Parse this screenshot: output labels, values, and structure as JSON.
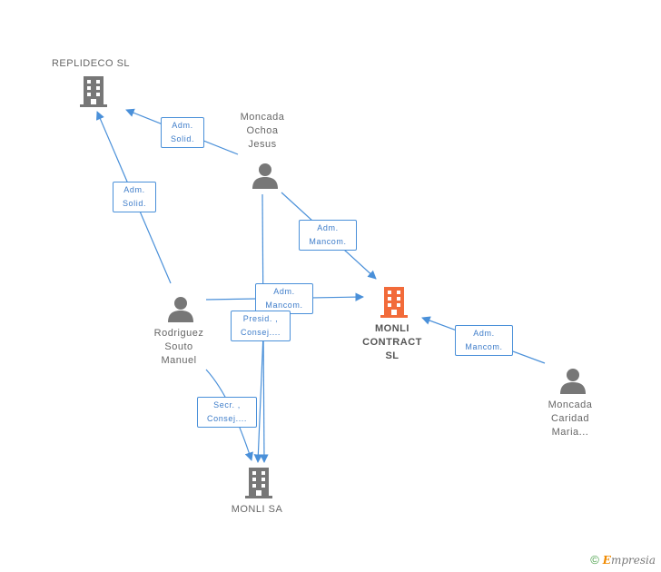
{
  "colors": {
    "edge": "#4a90d9",
    "person_icon": "#777777",
    "company_icon": "#777777",
    "focus_company_icon": "#f26b3a"
  },
  "nodes": {
    "replideco": {
      "label": "REPLIDECO SL",
      "icon": "company-icon"
    },
    "moncada_ochoa": {
      "label": "Moncada\nOchoa\nJesus",
      "icon": "person-icon"
    },
    "rodriguez": {
      "label": "Rodriguez\nSouto\nManuel",
      "icon": "person-icon"
    },
    "monli_contract": {
      "label": "MONLI\nCONTRACT\nSL",
      "icon": "company-icon"
    },
    "moncada_caridad": {
      "label": "Moncada\nCaridad\nMaria...",
      "icon": "person-icon"
    },
    "monli_sa": {
      "label": "MONLI SA",
      "icon": "company-icon"
    }
  },
  "edges": {
    "e1": "Adm.\nSolid.",
    "e2": "Adm.\nSolid.",
    "e3": "Adm.\nMancom.",
    "e4": "Adm.\nMancom.",
    "e5": "Adm.\nMancom.",
    "e6": "Presid. ,\nConsej....",
    "e7": "Secr. ,\nConsej...."
  },
  "footer": {
    "copyright_symbol": "©",
    "brand_first": "E",
    "brand_rest": "mpresia"
  }
}
